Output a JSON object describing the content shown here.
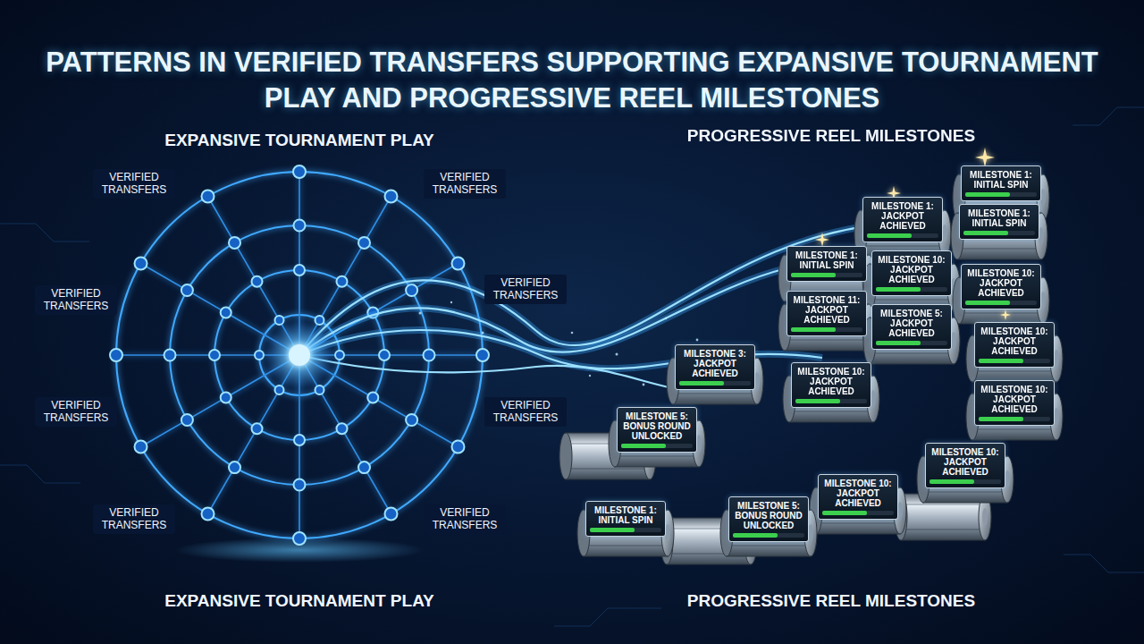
{
  "diagram": {
    "title": "PATTERNS IN VERIFIED TRANSFERS SUPPORTING EXPANSIVE TOURNAMENT PLAY AND PROGRESSIVE REEL MILESTONES",
    "nodes": [
      {
        "text": [
          "MILESTONE 1: INITIAL SPIN"
        ]
      },
      {
        "text": [
          "MILESTONE 1: JACKPOT ACHIEVED"
        ]
      },
      {
        "text": [
          "MILESTONE 1: INITIAL SPIN"
        ]
      },
      {
        "text": [
          "MILESTONE 1: INITIAL SPIN"
        ]
      },
      {
        "text": [
          "MILESTONE 10: JACKPOT ACHIEVED"
        ]
      },
      {
        "text": [
          "MILESTONE 10: JACKPOT ACHIEVED"
        ]
      },
      {
        "text": [
          "MILESTONE 11: JACKPOT ACHIEVED"
        ]
      },
      {
        "text": [
          "MILESTONE 5: JACKPOT ACHIEVED"
        ]
      },
      {
        "text": [
          "MILESTONE 10: JACKPOT ACHIEVED"
        ]
      },
      {
        "text": [
          "MILESTONE 3: JACKPOT ACHIEVED"
        ]
      },
      {
        "text": [
          "MILESTONE 10: JACKPOT ACHIEVED"
        ]
      },
      {
        "text": [
          "MILESTONE 10: JACKPOT ACHIEVED"
        ]
      },
      {
        "text": [
          "MILESTONE 5: BONUS ROUND UNLOCKED"
        ]
      },
      {
        "text": [
          "MILESTONE 10: JACKPOT ACHIEVED"
        ]
      },
      {
        "text": [
          "MILESTONE 10: JACKPOT ACHIEVED"
        ]
      },
      {
        "text": [
          "MILESTONE 1: INITIAL SPIN"
        ]
      },
      {
        "text": [
          "MILESTONE 5: BONUS ROUND UNLOCKED"
        ]
      }
    ],
    "labels": [
      "EXPANSIVE TOURNAMENT PLAY",
      "PROGRESSIVE REEL MILESTONES",
      "VERIFIED TRANSFERS",
      "VERIFIED TRANSFERS",
      "VERIFIED TRANSFERS",
      "VERIFIED TRANSFERS",
      "VERIFIED TRANSFERS",
      "VERIFIED TRANSFERS",
      "VERIFIED TRANSFERS",
      "VERIFIED TRANSFERS",
      "EXPANSIVE TOURNAMENT PLAY",
      "PROGRESSIVE REEL MILESTONES"
    ]
  }
}
